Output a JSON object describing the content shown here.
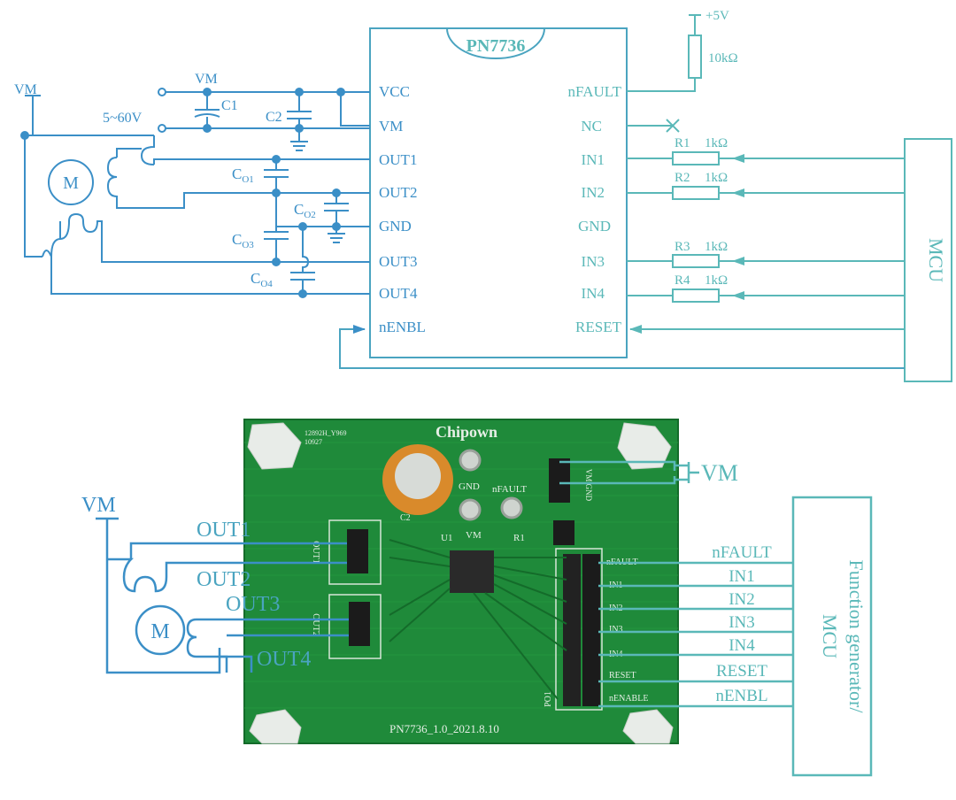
{
  "colors": {
    "blue": "#3b8fc7",
    "teal": "#5ab8b8",
    "mid": "#4aa4c0",
    "pcb_green": "#1f8a3a",
    "pcb_dark": "#146b2a"
  },
  "schematic": {
    "chip_name": "PN7736",
    "left_pins": [
      "VCC",
      "VM",
      "OUT1",
      "OUT2",
      "GND",
      "OUT3",
      "OUT4",
      "nENBL"
    ],
    "right_pins": [
      "nFAULT",
      "NC",
      "IN1",
      "IN2",
      "GND",
      "IN3",
      "IN4",
      "RESET"
    ],
    "supply_vm_label": "VM",
    "supply_range": "5~60V",
    "vm_node_label": "VM",
    "cap_c1": "C1",
    "cap_c2": "C2",
    "plus5v": "+5V",
    "pullup": "10kΩ",
    "motor": "M",
    "co_base": "C",
    "co_subs": [
      "O1",
      "O2",
      "O3",
      "O4"
    ],
    "resistors": [
      {
        "name": "R1",
        "value": "1kΩ"
      },
      {
        "name": "R2",
        "value": "1kΩ"
      },
      {
        "name": "R3",
        "value": "1kΩ"
      },
      {
        "name": "R4",
        "value": "1kΩ"
      }
    ],
    "mcu": "MCU"
  },
  "board": {
    "vm_label": "VM",
    "supply_vm": "VM",
    "out_labels": [
      "OUT1",
      "OUT2",
      "OUT3",
      "OUT4"
    ],
    "motor": "M",
    "signals": [
      "nFAULT",
      "IN1",
      "IN2",
      "IN3",
      "IN4",
      "RESET",
      "nENBL"
    ],
    "mcu_line1": "Function generator/",
    "mcu_line2": "MCU",
    "silk": {
      "brand": "Chipown",
      "code1": "12892H_Y969",
      "code2": "10927",
      "gnd": "GND",
      "nfault": "nFAULT",
      "vm": "VM",
      "u1": "U1",
      "r1": "R1",
      "c2": "C2",
      "out1": "OUT1",
      "out2": "OUT2",
      "vm_gnd": "VM GND",
      "po1": "PO1",
      "version": "PN7736_1.0_2021.8.10",
      "hdr_labels": [
        "nFAULT",
        "IN1",
        "IN2",
        "IN3",
        "IN4",
        "RESET",
        "nENABLE"
      ]
    }
  }
}
